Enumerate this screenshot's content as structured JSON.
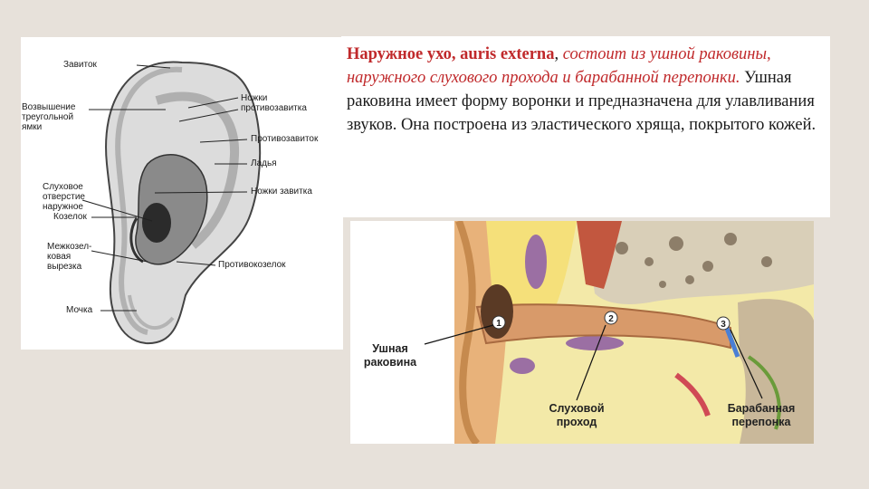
{
  "ear_diagram": {
    "labels": {
      "helix": "Завиток",
      "triangular_fossa": "Возвышение\nтреугольной\nямки",
      "antihelix_crura": "Ножки\nпротивозавитка",
      "antihelix": "Противозавиток",
      "scapha": "Ладья",
      "helix_crus": "Ножки завитка",
      "external_opening": "Слуховое\nотверстие\nнаружное",
      "tragus": "Козелок",
      "intertragic_notch": "Межкозел-\nковая\nвырезка",
      "antitragus": "Противокозелок",
      "lobule": "Мочка"
    }
  },
  "text": {
    "title_bold": "Наружное ухо, auris externa",
    "comma": ", ",
    "italic_part": "состоит из ушной раковины, наружного слухового прохода и барабанной перепонки.",
    "body": " Ушная раковина имеет форму воронки и предназначена для улавливания звуков. Она построена из эластического хряща, покрытого кожей."
  },
  "section_diagram": {
    "markers": [
      "1",
      "2",
      "3"
    ],
    "labels": {
      "auricle": "Ушная\nраковина",
      "canal": "Слуховой\nпроход",
      "eardrum": "Барабанная\nперепонка"
    }
  }
}
